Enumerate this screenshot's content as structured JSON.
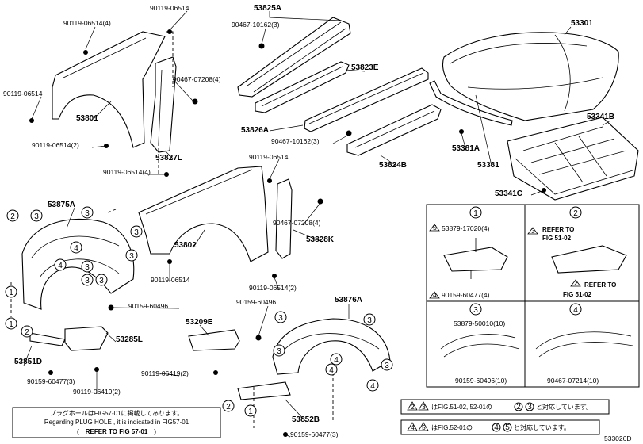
{
  "diagram_id": "533026D",
  "part_labels": {
    "p53825A": "53825A",
    "p90119_06514_4_top": "90119-06514(4)",
    "p90119_06514_top": "90119-06514",
    "p90467_10162_3_top": "90467-10162(3)",
    "p53301": "53301",
    "p90467_07208_4_top": "90467-07208(4)",
    "p53823E": "53823E",
    "p90119_06514_left": "90119-06514",
    "p53801": "53801",
    "p53826A": "53826A",
    "p90467_10162_3_mid": "90467-10162(3)",
    "p53381A": "53381A",
    "p53341B": "53341B",
    "p90119_06514_2_left": "90119-06514(2)",
    "p53827L": "53827L",
    "p53824B": "53824B",
    "p53381": "53381",
    "p90119_06514_mid": "90119-06514",
    "p90119_06514_4_mid": "90119-06514(4)",
    "p53341C": "53341C",
    "p53875A": "53875A",
    "p90467_07208_4_mid": "90467-07208(4)",
    "p53802": "53802",
    "p53828K": "53828K",
    "p90119_06514_low": "90119-06514",
    "p90119_06514_2_low": "90119-06514(2)",
    "p90159_60496_a": "90159-60496",
    "p90159_60496_b": "90159-60496",
    "p53876A": "53876A",
    "p53209E": "53209E",
    "p53285L": "53285L",
    "p53851D": "53851D",
    "p90119_06419_2_a": "90119-06419(2)",
    "p90159_60477_3_a": "90159-60477(3)",
    "p90119_06419_2_b": "90119-06419(2)",
    "p53852B": "53852B",
    "p90159_60477_3_b": "90159-60477(3)"
  },
  "detail_panels": {
    "d1_title": "1",
    "d1_a": "53879-17020(4)",
    "d1_a_mark": "5",
    "d1_b": "90159-60477(4)",
    "d1_b_mark": "4",
    "d2_title": "2",
    "d2_a1": "REFER TO",
    "d2_a2": "FIG 51-02",
    "d2_a_mark": "3",
    "d2_b1": "REFER TO",
    "d2_b2": "FIG 51-02",
    "d2_b_mark": "2",
    "d3_title": "3",
    "d3_a": "53879-50010(10)",
    "d3_b": "90159-60496(10)",
    "d4_title": "4",
    "d4_a": "90467-07214(10)"
  },
  "callout_numbers": {
    "c2": "2",
    "c3": "3",
    "c4": "4",
    "c1": "1",
    "c5": "5"
  },
  "notes": {
    "note_jp": "プラグホールはFIG57-01に掲載してあります。",
    "note_en": "Regarding PLUG HOLE , it is indicated in FIG57-01",
    "note_ref": "(　REFER TO FIG 57-01　)",
    "legend1_text": "はFIG.51-02, 52-01の",
    "legend1_tail": "と対応しています。",
    "legend1_a": "2",
    "legend1_b": "3",
    "legend1_c": "2",
    "legend1_d": "3",
    "legend2_text": "はFIG.52-01の",
    "legend2_tail": "と対応しています。",
    "legend2_a": "4",
    "legend2_b": "5",
    "legend2_c": "4",
    "legend2_d": "5"
  }
}
